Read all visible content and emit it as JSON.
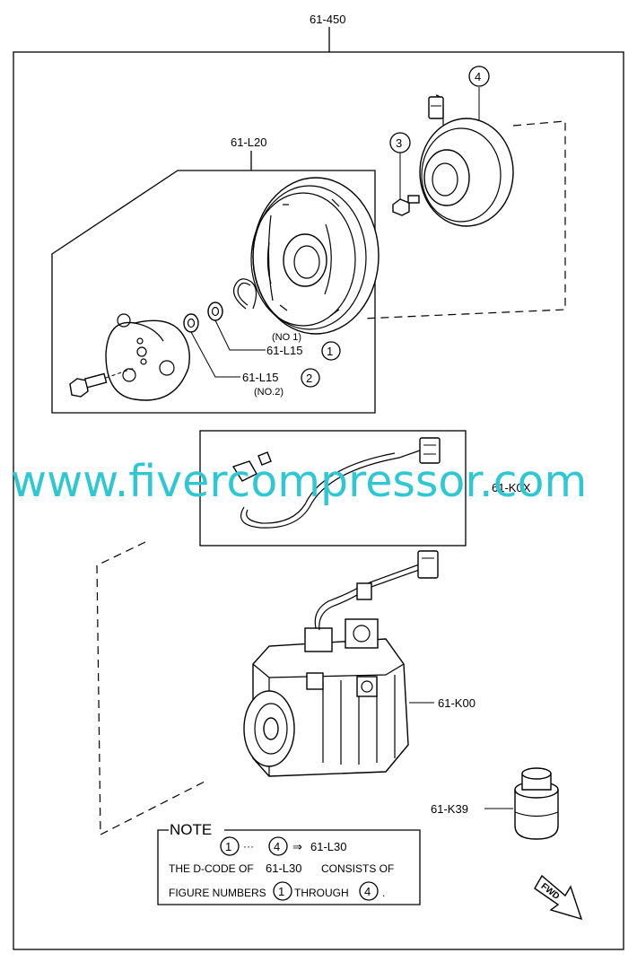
{
  "labels": {
    "assembly": "61-450",
    "clutch_set": "61-L20",
    "shim_no1_tag": "(NO 1)",
    "shim_no1_code": "61-L15",
    "shim_no2_code": "61-L15",
    "shim_no2_tag": "(NO.2)",
    "harness": "61-K0X",
    "compressor": "61-K00",
    "cap": "61-K39"
  },
  "callouts": {
    "bolt": "3",
    "coil": "4",
    "shim_no1": "1",
    "shim_no2": "2"
  },
  "note": {
    "title": "NOTE",
    "range_from": "1",
    "range_ellipsis": "···",
    "range_to": "4",
    "arrow": "⇒",
    "range_result": "61-L30",
    "line1_prefix": "THE D-CODE OF",
    "line1_code": "61-L30",
    "line1_suffix": "CONSISTS OF",
    "line2_prefix": "FIGURE NUMBERS",
    "line2_from": "1",
    "line2_mid": "THROUGH",
    "line2_to": "4",
    "line2_end": "."
  },
  "fwd_label": "FWD",
  "watermark": "www.fivercompressor.com"
}
